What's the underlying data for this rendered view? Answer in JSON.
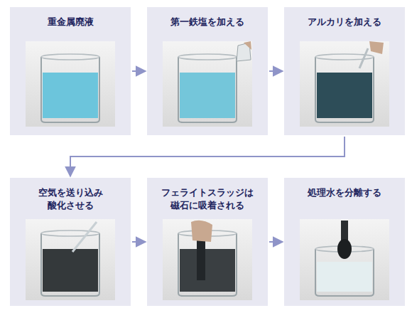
{
  "diagram": {
    "nodes": [
      {
        "text": [
          "重金属廃液"
        ]
      },
      {
        "text": [
          "第一鉄塩を加える"
        ]
      },
      {
        "text": [
          "アルカリを加える"
        ]
      },
      {
        "text": [
          "空気を送り込み 酸化させる"
        ]
      },
      {
        "text": [
          "フェライトスラッジは 磁石に吸着される"
        ]
      },
      {
        "text": [
          "処理水を分離する"
        ]
      }
    ],
    "edges": [
      {
        "from": 0,
        "to": 1,
        "arrow": "to"
      },
      {
        "from": 1,
        "to": 2,
        "arrow": "to"
      },
      {
        "from": 2,
        "to": 3,
        "arrow": "to"
      },
      {
        "from": 3,
        "to": 4,
        "arrow": "to"
      },
      {
        "from": 4,
        "to": 5,
        "arrow": "to"
      }
    ]
  }
}
